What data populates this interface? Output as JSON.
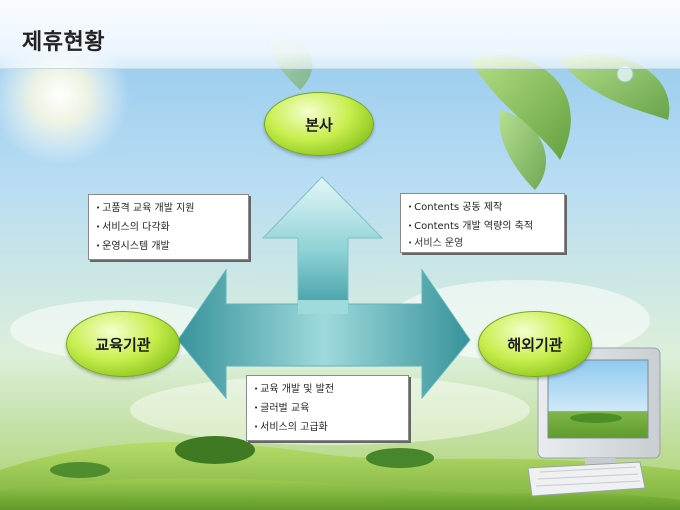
{
  "title": "제휴현황",
  "nodes": {
    "top": "본사",
    "left": "교육기관",
    "right": "해외기관"
  },
  "boxes": {
    "left": [
      "고품격 교육 개발 지원",
      "서비스의 다각화",
      "운영시스템 개발"
    ],
    "right": [
      "Contents 공동 제작",
      "Contents 개발 역량의 축적",
      "서비스 운영"
    ],
    "bottom": [
      "교육 개발 및 발전",
      "글러벌 교육",
      "서비스의 고급화"
    ]
  },
  "bullet_char": "•",
  "colors": {
    "arrow_light": "#dff6f7",
    "arrow_mid": "#74c7cc",
    "arrow_dark": "#2f8f96",
    "node_green": "#a8d93a"
  }
}
